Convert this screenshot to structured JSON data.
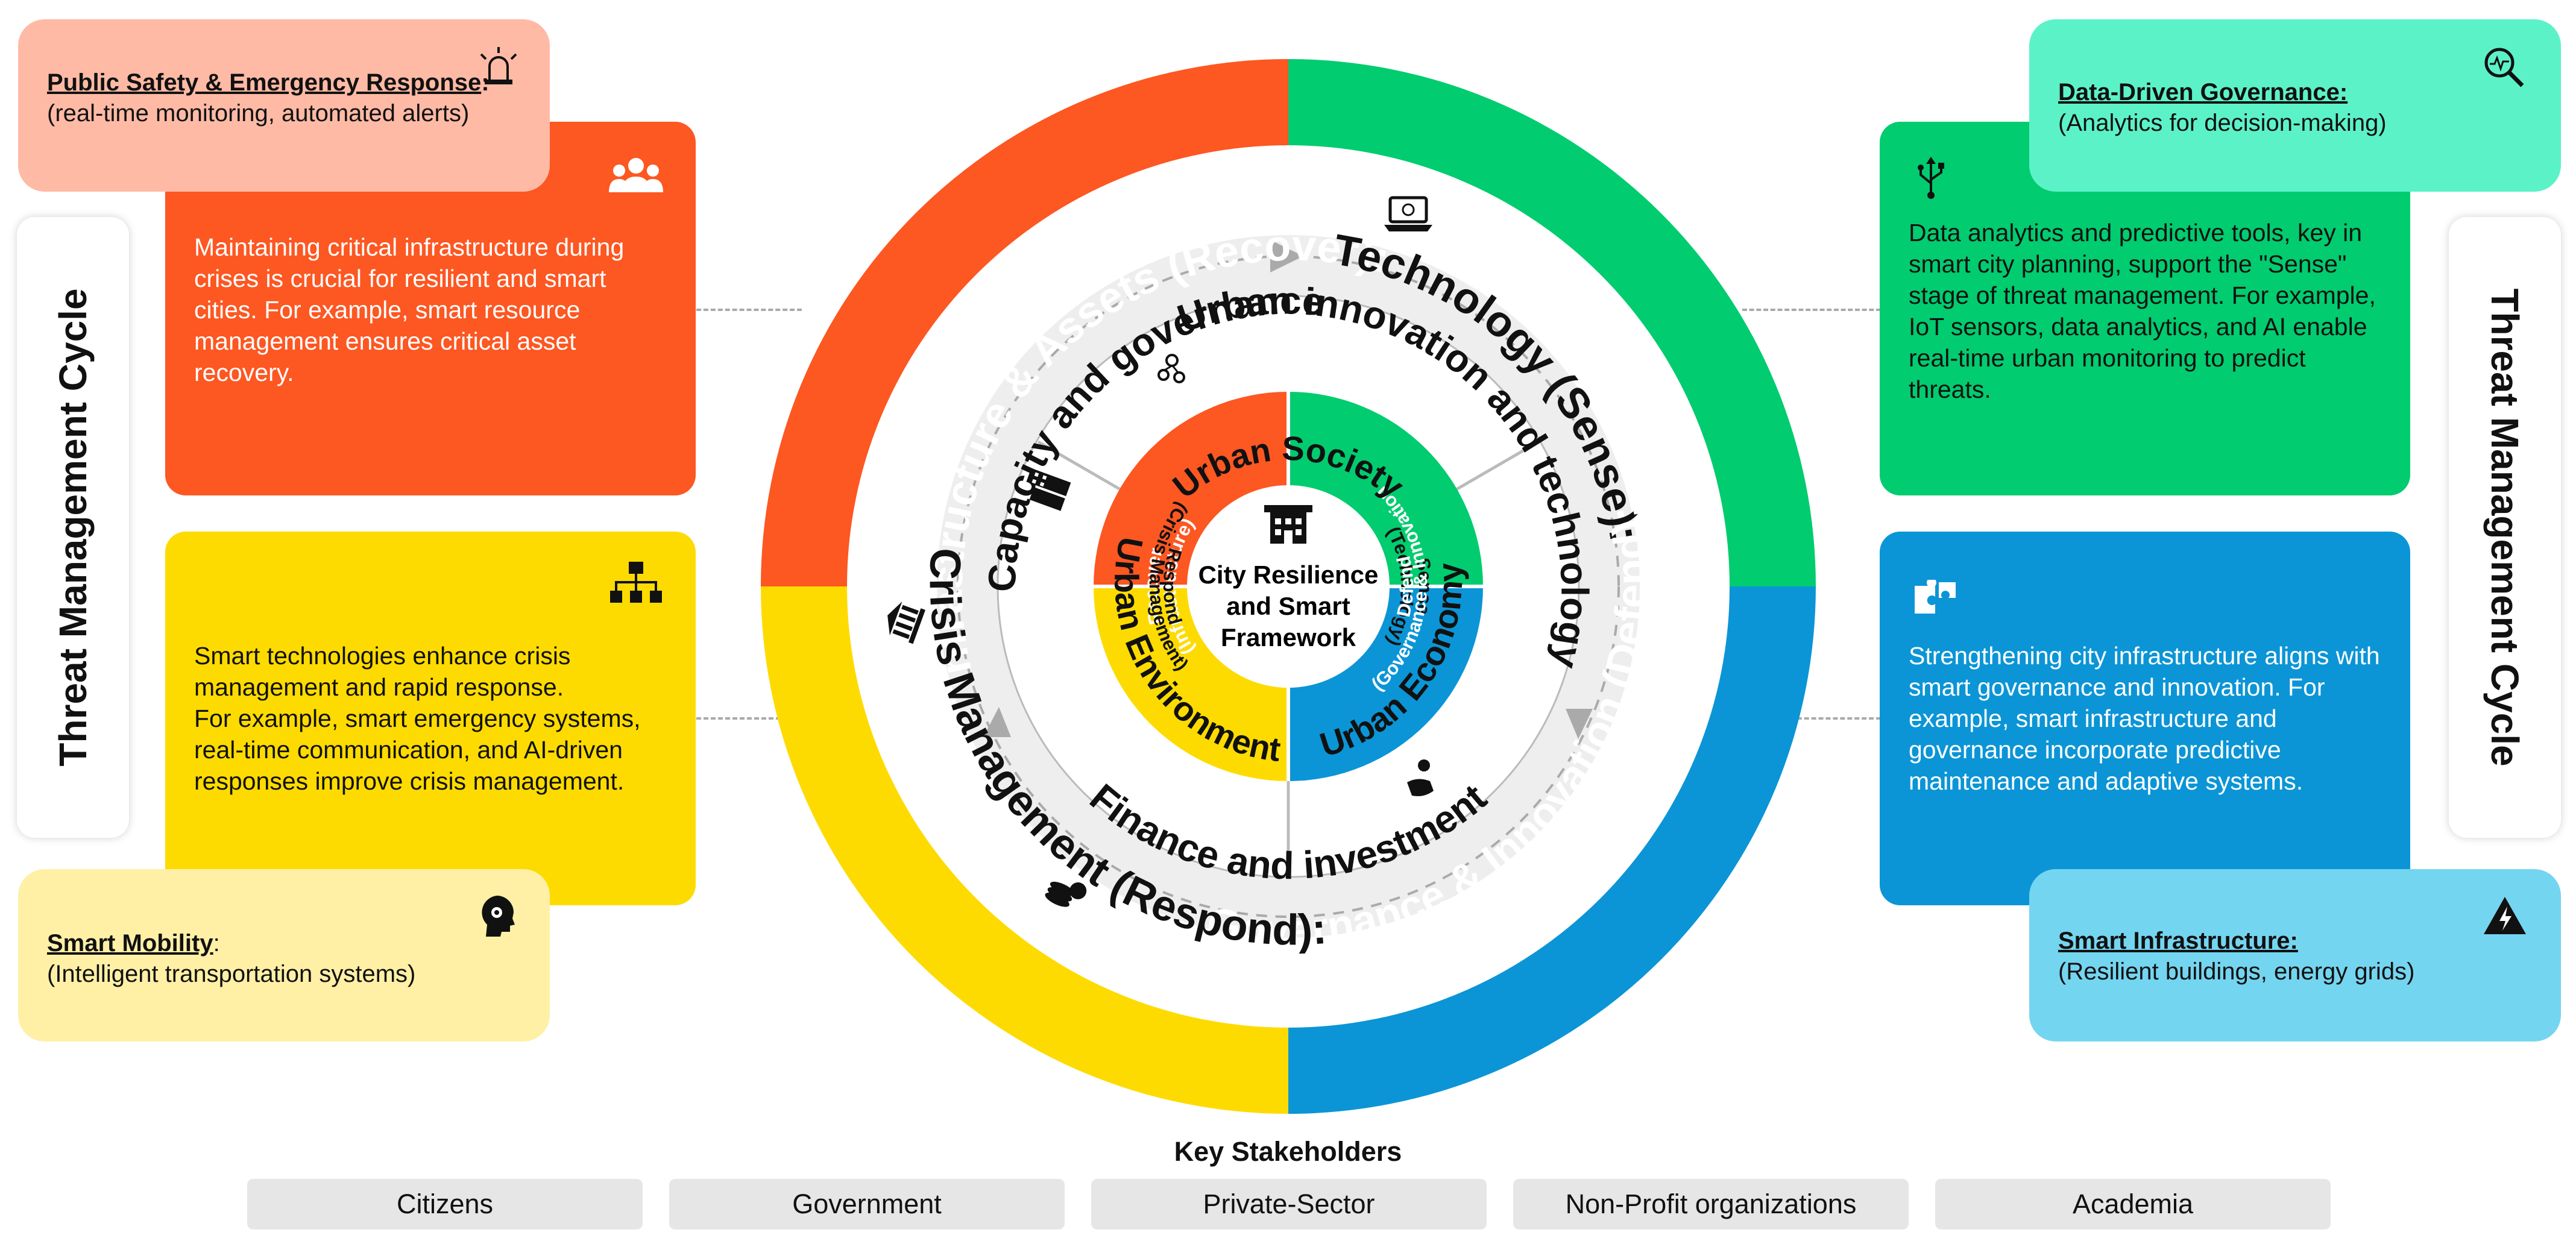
{
  "center": {
    "title_lines": [
      "City Resilience",
      "and Smart",
      "Framework"
    ]
  },
  "outer_ring": {
    "recover": "Infrastructure & Assets (Recover):",
    "sense": "Technology (Sense):",
    "defend": "Governance & Innovation (Defend):",
    "respond": "Crisis Management (Respond):"
  },
  "white_ring": {
    "capacity": "Capacity and governance",
    "innovation": "Urban innovation and technology",
    "finance": "Finance and investment"
  },
  "inner_ring": {
    "society": "Urban Society",
    "economy": "Urban Economy",
    "environment": "Urban Environment"
  },
  "core": {
    "recover": {
      "l1": "Recover",
      "l2": "(Infrastructure)"
    },
    "sense": {
      "l1": "Sense",
      "l2": "(Technology)"
    },
    "defend": {
      "l1": "Defend",
      "l2": "(Governance & Innovation)"
    },
    "respond": {
      "l1": "Respond",
      "l2": "(Crisis Management)"
    }
  },
  "side_label": "Threat Management Cycle",
  "cards": {
    "recover": "Maintaining critical infrastructure during crises is crucial for resilient and smart cities. For example, smart resource management ensures critical asset recovery.",
    "respond_1": "Smart technologies enhance crisis management and rapid response.",
    "respond_2": "For example, smart emergency systems, real-time communication, and AI-driven responses improve crisis management.",
    "sense": "Data analytics and predictive tools, key in smart city planning, support the \"Sense\" stage of threat management. For example, IoT sensors, data analytics, and AI enable real-time urban monitoring to predict threats.",
    "defend": "Strengthening city infrastructure aligns with smart governance and innovation. For example, smart infrastructure and governance incorporate predictive maintenance and adaptive systems."
  },
  "pills": {
    "public_safety": {
      "title": "Public Safety & Emergency Response",
      "colon": ":",
      "desc": " (real-time monitoring, automated alerts)"
    },
    "mobility": {
      "title": "Smart Mobility",
      "colon": ":",
      "desc": "(Intelligent transportation systems)"
    },
    "data_gov": {
      "title": "Data-Driven Governance:",
      "desc": "(Analytics for decision-making)"
    },
    "infra": {
      "title": "Smart Infrastructure:",
      "desc": "(Resilient buildings, energy grids)"
    }
  },
  "stakeholders": {
    "title": "Key Stakeholders",
    "items": [
      "Citizens",
      "Government",
      "Private-Sector",
      "Non-Profit organizations",
      "Academia"
    ]
  },
  "colors": {
    "recover": "#fd5722",
    "sense": "#01cc6f",
    "defend": "#0b95d6",
    "respond": "#fedb00",
    "pill_safety": "#ffbaa5",
    "pill_mobility": "#fff0a6",
    "pill_data": "#5cf2c8",
    "pill_infra": "#74d5f0"
  },
  "icons": [
    "siren-icon",
    "people-icon",
    "org-chart-icon",
    "brain-icon",
    "magnifier-chart-icon",
    "usb-icon",
    "puzzle-icon",
    "lightning-icon",
    "building-icon",
    "laptop-icon",
    "network-icon",
    "city-icon",
    "bank-icon",
    "coins-icon",
    "hand-money-icon"
  ]
}
